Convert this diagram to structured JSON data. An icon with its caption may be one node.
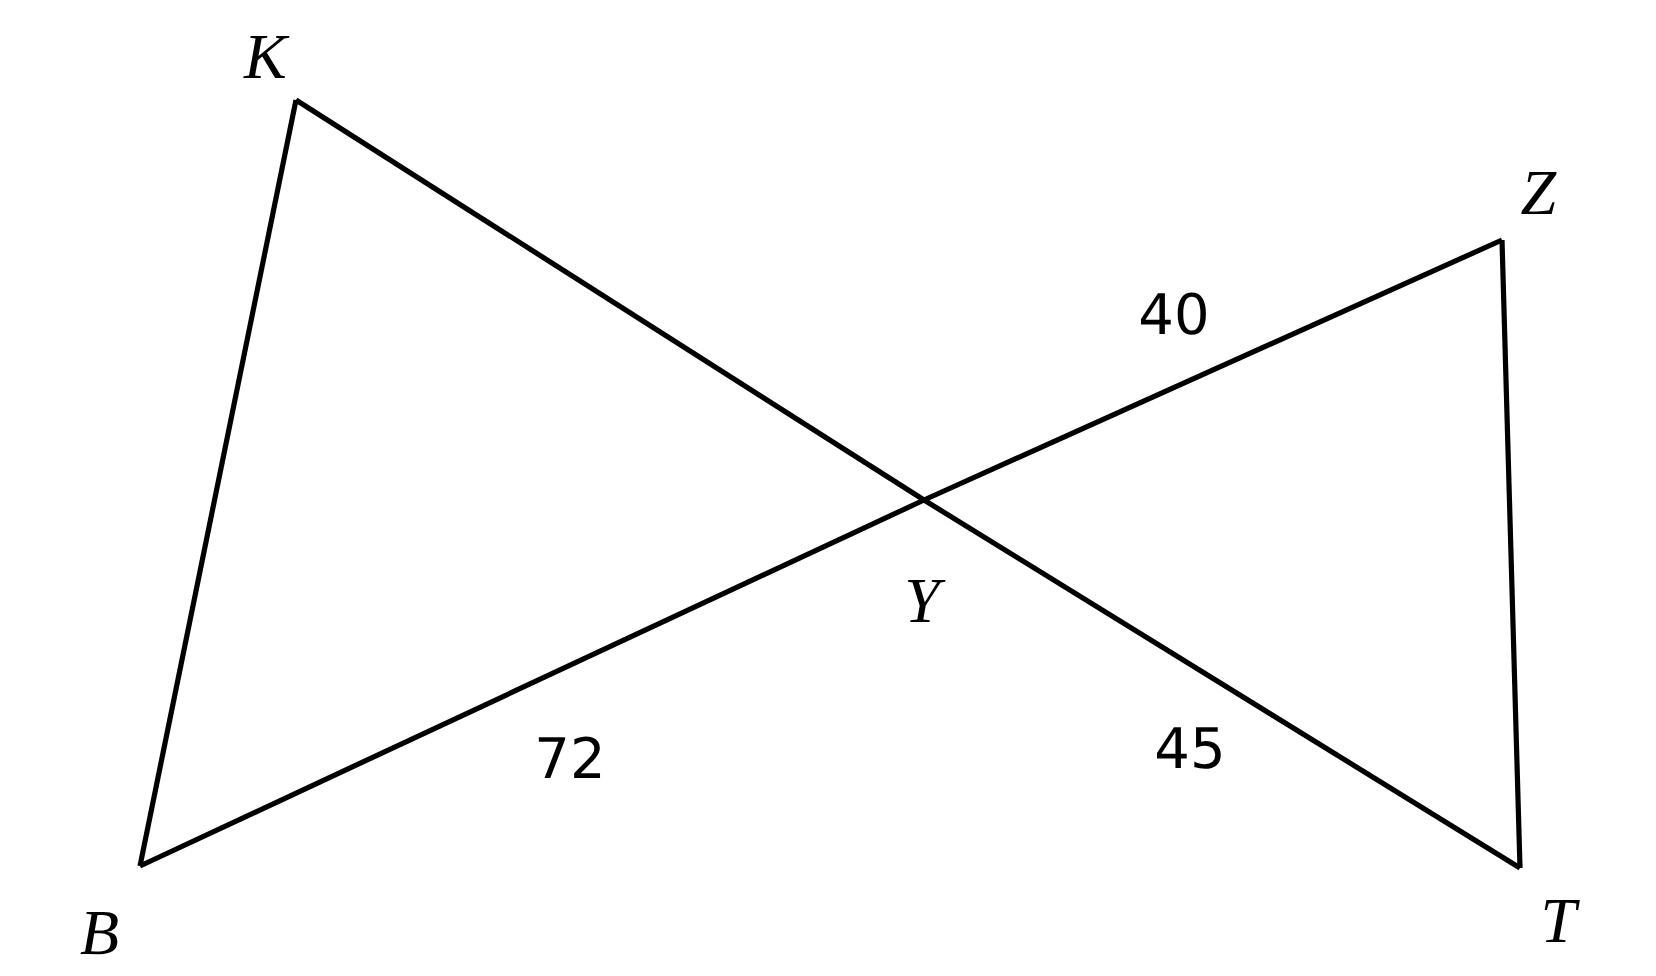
{
  "diagram": {
    "nodes": [
      {
        "text": [
          "K"
        ]
      },
      {
        "text": [
          "Z"
        ]
      },
      {
        "text": [
          "Y"
        ]
      },
      {
        "text": [
          "B"
        ]
      },
      {
        "text": [
          "T"
        ]
      }
    ],
    "edges": [
      {
        "from": 0,
        "to": 3,
        "arrow": "none"
      },
      {
        "from": 0,
        "to": 2,
        "arrow": "none"
      },
      {
        "from": 2,
        "to": 4,
        "arrow": "none",
        "label": "45"
      },
      {
        "from": 1,
        "to": 4,
        "arrow": "none"
      },
      {
        "from": 3,
        "to": 2,
        "arrow": "none",
        "label": "72"
      },
      {
        "from": 2,
        "to": 1,
        "arrow": "none",
        "label": "40"
      }
    ]
  }
}
